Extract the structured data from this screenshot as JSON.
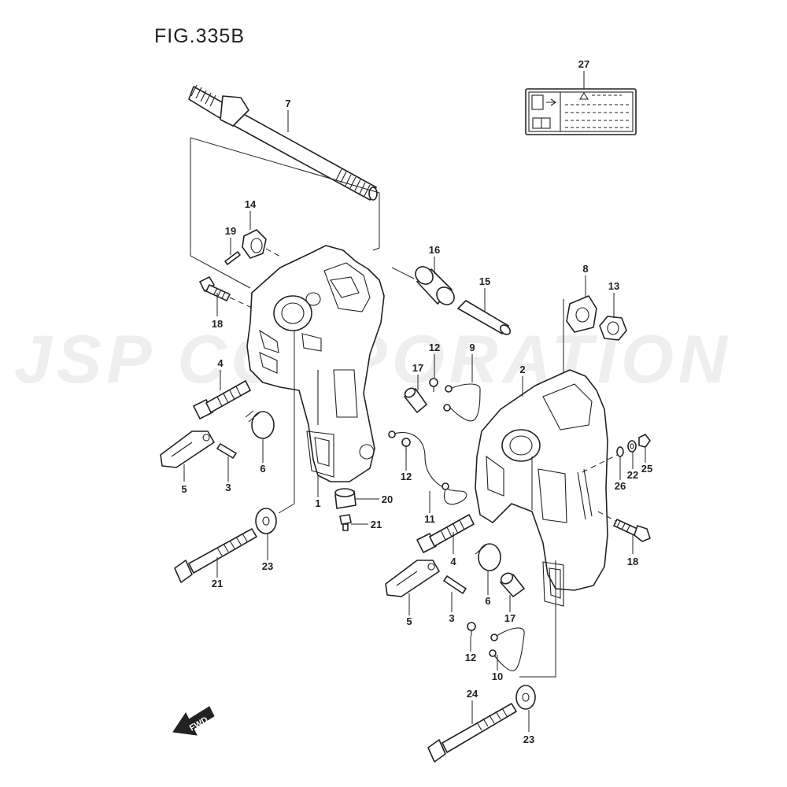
{
  "figure": {
    "title": "FIG.335B"
  },
  "watermark": {
    "text": "JSP CORPORATION"
  },
  "fwd_badge": {
    "text": "FWD"
  },
  "callouts": [
    {
      "id": "c27",
      "label": "27"
    },
    {
      "id": "c7",
      "label": "7"
    },
    {
      "id": "c14",
      "label": "14"
    },
    {
      "id": "c19",
      "label": "19"
    },
    {
      "id": "c18a",
      "label": "18"
    },
    {
      "id": "c16",
      "label": "16"
    },
    {
      "id": "c15",
      "label": "15"
    },
    {
      "id": "c8",
      "label": "8"
    },
    {
      "id": "c13",
      "label": "13"
    },
    {
      "id": "c12a",
      "label": "12"
    },
    {
      "id": "c9",
      "label": "9"
    },
    {
      "id": "c17a",
      "label": "17"
    },
    {
      "id": "c2",
      "label": "2"
    },
    {
      "id": "c4a",
      "label": "4"
    },
    {
      "id": "c6a",
      "label": "6"
    },
    {
      "id": "c5a",
      "label": "5"
    },
    {
      "id": "c3a",
      "label": "3"
    },
    {
      "id": "c12b",
      "label": "12"
    },
    {
      "id": "c1",
      "label": "1"
    },
    {
      "id": "c20",
      "label": "20"
    },
    {
      "id": "c21a",
      "label": "21"
    },
    {
      "id": "c11",
      "label": "11"
    },
    {
      "id": "c21b",
      "label": "21"
    },
    {
      "id": "c23a",
      "label": "23"
    },
    {
      "id": "c22",
      "label": "22"
    },
    {
      "id": "c25",
      "label": "25"
    },
    {
      "id": "c26",
      "label": "26"
    },
    {
      "id": "c18b",
      "label": "18"
    },
    {
      "id": "c4b",
      "label": "4"
    },
    {
      "id": "c6b",
      "label": "6"
    },
    {
      "id": "c17b",
      "label": "17"
    },
    {
      "id": "c5b",
      "label": "5"
    },
    {
      "id": "c3b",
      "label": "3"
    },
    {
      "id": "c12c",
      "label": "12"
    },
    {
      "id": "c10",
      "label": "10"
    },
    {
      "id": "c24",
      "label": "24"
    },
    {
      "id": "c23b",
      "label": "23"
    }
  ]
}
